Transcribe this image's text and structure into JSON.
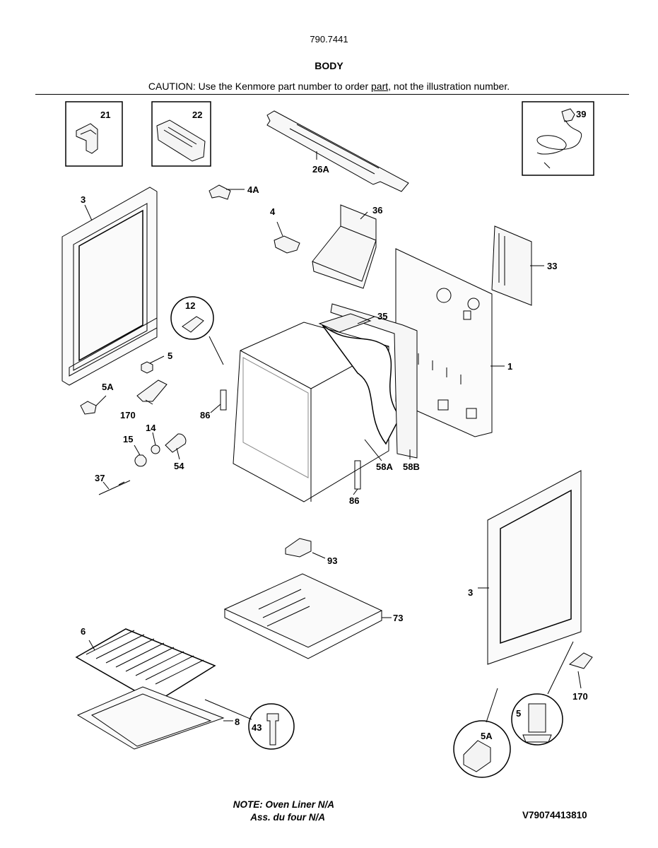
{
  "header": {
    "model_number": "790.7441",
    "section_title": "BODY",
    "caution_prefix": "CAUTION: Use the Kenmore part number to order ",
    "caution_underlined": "part",
    "caution_suffix": ", not the illustration number."
  },
  "callouts": {
    "c21": "21",
    "c22": "22",
    "c39": "39",
    "c26a": "26A",
    "c4a": "4A",
    "c3_left": "3",
    "c4": "4",
    "c36": "36",
    "c33": "33",
    "c35": "35",
    "c12": "12",
    "c5_left": "5",
    "c5a_left": "5A",
    "c170_left": "170",
    "c1": "1",
    "c86_upper": "86",
    "c14": "14",
    "c15": "15",
    "c54": "54",
    "c58a": "58A",
    "c58b": "58B",
    "c37": "37",
    "c86_lower": "86",
    "c93": "93",
    "c3_right": "3",
    "c73": "73",
    "c6": "6",
    "c8": "8",
    "c43": "43",
    "c170_right": "170",
    "c5_right": "5",
    "c5a_right": "5A"
  },
  "footer": {
    "note_line1": "NOTE: Oven Liner N/A",
    "note_line2": "Ass. du four N/A",
    "drawing_code": "V79074413810"
  }
}
